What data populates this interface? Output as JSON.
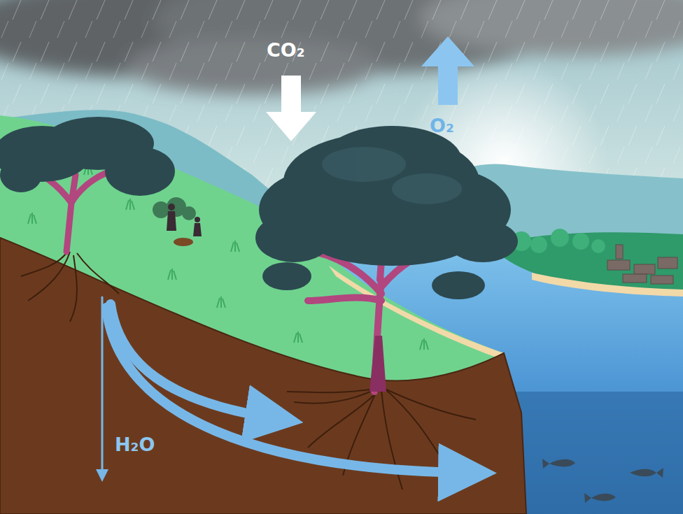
{
  "diagram": {
    "labels": [
      "CO₂",
      "O₂",
      "H₂O"
    ]
  }
}
